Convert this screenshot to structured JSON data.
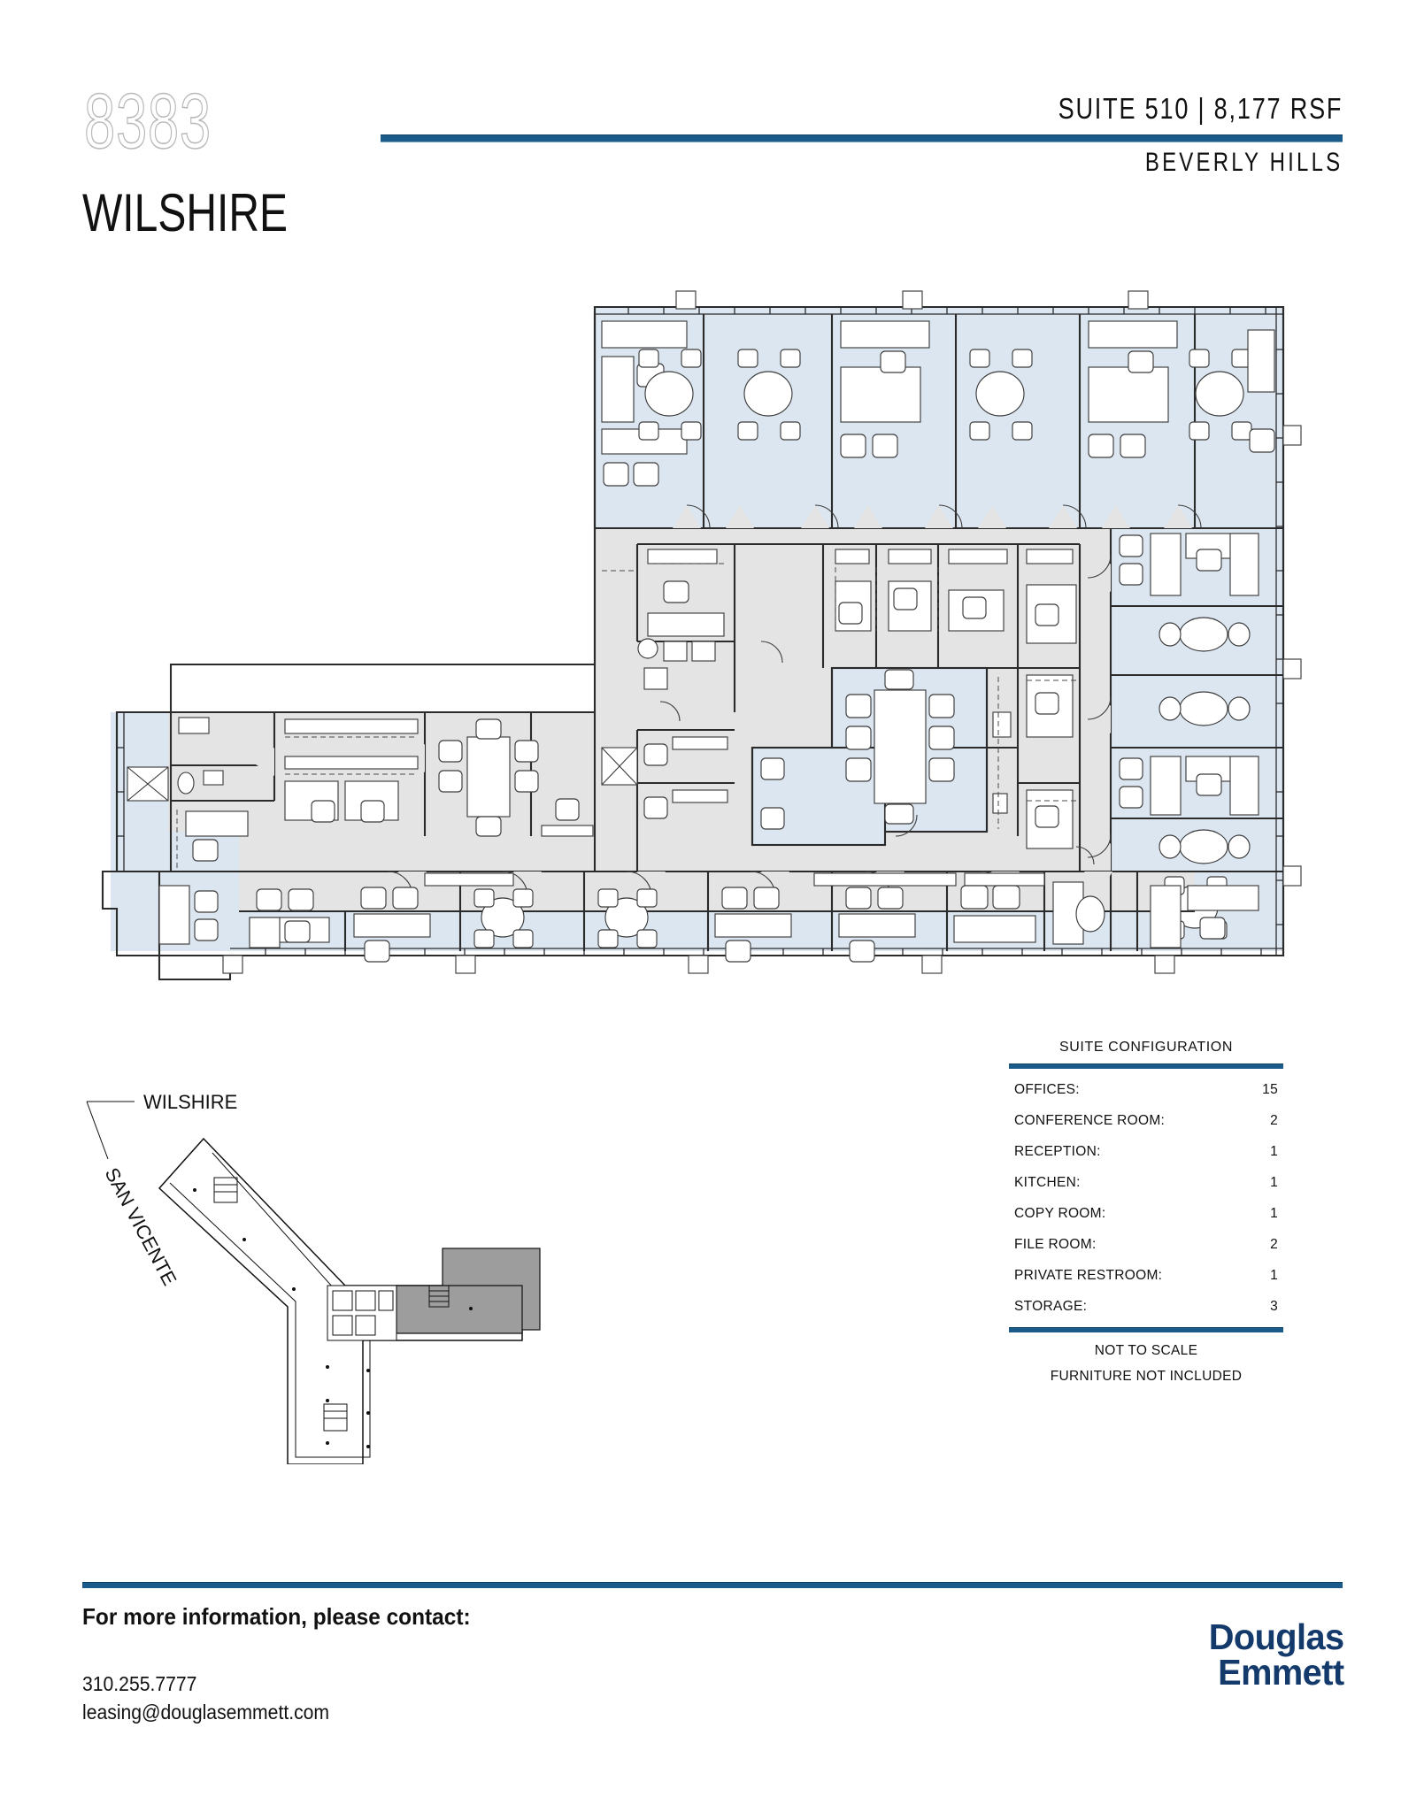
{
  "header": {
    "building_number": "8383",
    "building_name": "WILSHIRE",
    "suite_line": "SUITE 510  |  8,177 RSF",
    "city": "BEVERLY HILLS",
    "accent_color": "#1b5b8a"
  },
  "floorplan": {
    "fill_office": "#dbe6f1",
    "fill_corridor": "#e4e4e4",
    "line_color": "#2b2b2b",
    "note": "Suite 510 floor plan — L-shaped suite, perimeter private offices, central core"
  },
  "keymap": {
    "street_top": "WILSHIRE",
    "street_left": "SAN VICENTE",
    "highlight_color": "#9d9d9d"
  },
  "suite_configuration": {
    "title": "SUITE CONFIGURATION",
    "rows": [
      {
        "label": "OFFICES:",
        "value": "15"
      },
      {
        "label": "CONFERENCE ROOM:",
        "value": "2"
      },
      {
        "label": "RECEPTION:",
        "value": "1"
      },
      {
        "label": "KITCHEN:",
        "value": "1"
      },
      {
        "label": "COPY ROOM:",
        "value": "1"
      },
      {
        "label": "FILE ROOM:",
        "value": "2"
      },
      {
        "label": "PRIVATE RESTROOM:",
        "value": "1"
      },
      {
        "label": "STORAGE:",
        "value": "3"
      }
    ],
    "note_1": "NOT TO SCALE",
    "note_2": "FURNITURE NOT INCLUDED"
  },
  "footer": {
    "contact_heading": "For more information, please contact:",
    "phone": "310.255.7777",
    "email": "leasing@douglasemmett.com",
    "logo_line1": "Douglas",
    "logo_line2": "Emmett",
    "logo_color": "#133a6b"
  }
}
